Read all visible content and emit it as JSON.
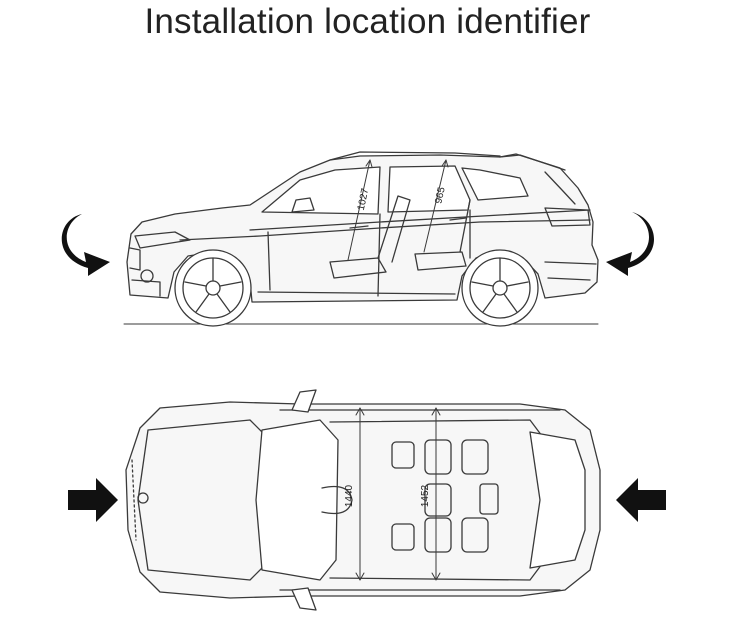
{
  "title": "Installation location identifier",
  "side_view": {
    "dimensions": [
      {
        "label": "1027"
      },
      {
        "label": "965"
      }
    ],
    "arrows": [
      {
        "name": "front-curved-arrow-icon",
        "direction": "curve-down-right"
      },
      {
        "name": "rear-curved-arrow-icon",
        "direction": "curve-down-left"
      }
    ]
  },
  "top_view": {
    "dimensions": [
      {
        "label": "1440"
      },
      {
        "label": "1452"
      }
    ],
    "arrows": [
      {
        "name": "front-arrow-icon",
        "direction": "right"
      },
      {
        "name": "rear-arrow-icon",
        "direction": "left"
      }
    ]
  },
  "colors": {
    "line": "#3a3a3a",
    "fill": "#f4f4f4",
    "arrow": "#111111"
  }
}
